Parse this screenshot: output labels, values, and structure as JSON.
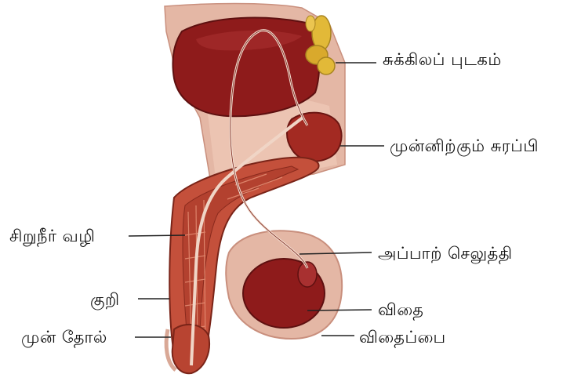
{
  "labels": {
    "seminal_vesicle": "சுக்கிலப் புடகம்",
    "prostate": "முன்னிற்கும் சுரப்பி",
    "urethra": "சிறுநீர் வழி",
    "vas_deferens": "அப்பாற் செலுத்தி",
    "penis": "குறி",
    "testis": "விதை",
    "foreskin": "முன் தோல்",
    "scrotum": "விதைப்பை"
  },
  "colors": {
    "bladder": "#8e1b1b",
    "tissue": "#c4503b",
    "skin": "#e9b8a4",
    "vesicle": "#e2b938",
    "line": "#222222"
  }
}
